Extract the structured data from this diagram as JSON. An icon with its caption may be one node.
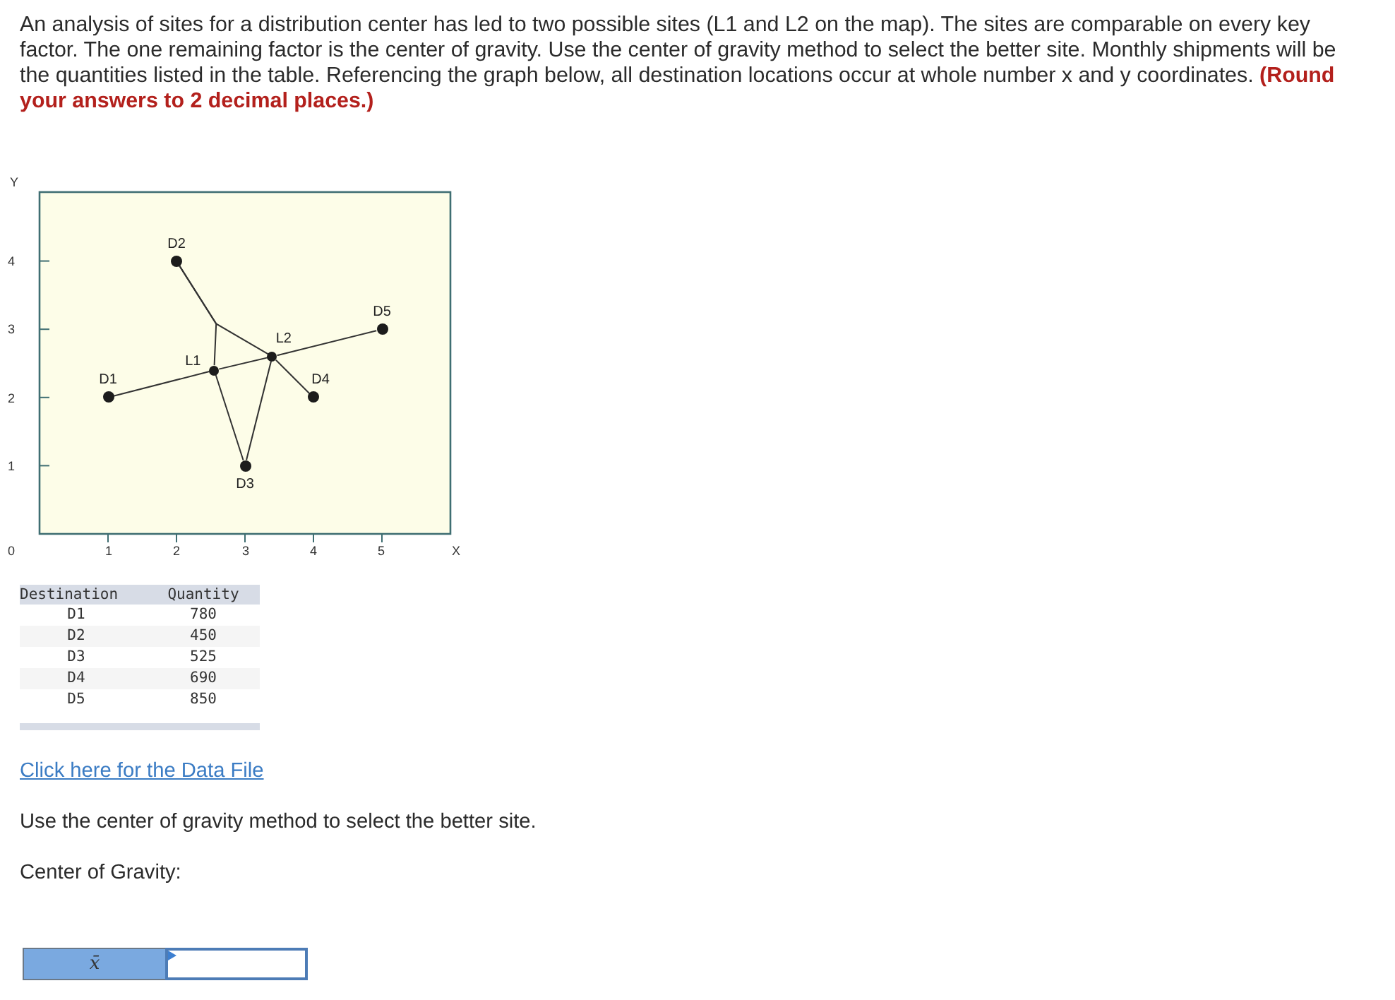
{
  "diagram": {
    "nodes": [
      {
        "text": [],
        "shape": "circle",
        "beside": [
          "D2"
        ]
      },
      {
        "text": [],
        "shape": "circle",
        "beside": [
          "D5"
        ]
      },
      {
        "text": [],
        "shape": "circle",
        "beside": [
          "L2"
        ]
      },
      {
        "text": [],
        "shape": "circle",
        "beside": [
          "L1"
        ]
      },
      {
        "text": [],
        "shape": "circle",
        "beside": [
          "D1"
        ]
      },
      {
        "text": [],
        "shape": "circle",
        "beside": [
          "D4"
        ]
      },
      {
        "text": [],
        "shape": "circle",
        "beside": [
          "D3"
        ]
      }
    ],
    "edges": [
      {
        "from": 4,
        "to": 3,
        "arrow": "none"
      },
      {
        "from": 3,
        "to": 2,
        "arrow": "none"
      },
      {
        "from": 2,
        "to": 1,
        "arrow": "none"
      },
      {
        "from": 0,
        "to": 3,
        "arrow": "none"
      },
      {
        "from": 0,
        "to": 2,
        "arrow": "none"
      },
      {
        "from": 2,
        "to": 5,
        "arrow": "none"
      },
      {
        "from": 3,
        "to": 6,
        "arrow": "none"
      },
      {
        "from": 2,
        "to": 6,
        "arrow": "none"
      }
    ],
    "labels": [
      "An analysis of sites for a distribution center has led to two possible sites (L1 and L2 on the map). The sites are comparable on every key factor. The one remaining factor is the center of gravity. Use the center of gravity method to select the better site. Monthly shipments will be the quantities listed in the table. Referencing the graph below, all destination locations occur at whole number x and y coordinates. **(Round your answers to 2 decimal places.)**",
      "Y",
      "4",
      "3",
      "2",
      "1",
      "0",
      "1",
      "2",
      "3",
      "4",
      "5",
      "X",
      "Destination",
      "Quantity",
      "D1",
      "780",
      "D2",
      "450",
      "D3",
      "525",
      "D4",
      "690",
      "D5",
      "850",
      "Click here for the Data File",
      "Use the center of gravity method to select the better site.",
      "Center of Gravity:",
      "x̄"
    ]
  }
}
